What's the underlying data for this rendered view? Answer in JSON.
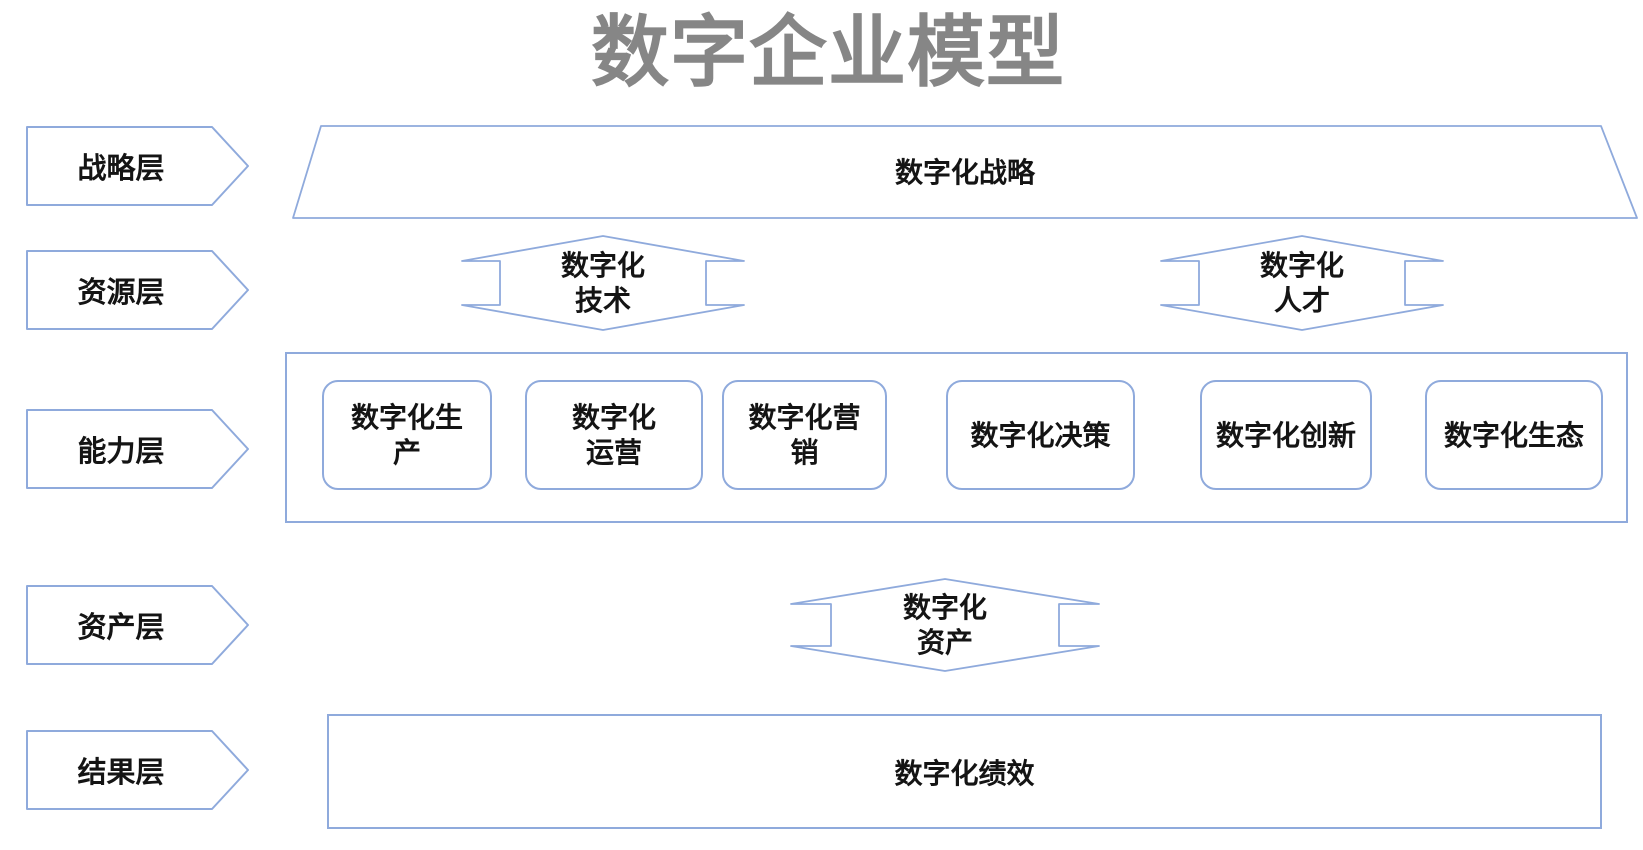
{
  "title": "数字企业模型",
  "colors": {
    "stroke_blue": "#8faadc",
    "title_gray": "#868686",
    "text_black": "#141414"
  },
  "layer_labels": [
    {
      "id": "strategy",
      "label": "战略层"
    },
    {
      "id": "resource",
      "label": "资源层"
    },
    {
      "id": "capability",
      "label": "能力层"
    },
    {
      "id": "asset",
      "label": "资产层"
    },
    {
      "id": "result",
      "label": "结果层"
    }
  ],
  "strategy_shape": {
    "text": "数字化战略"
  },
  "resource_arrows": [
    {
      "id": "technology",
      "text": "数字化\n技术"
    },
    {
      "id": "talent",
      "text": "数字化\n人才"
    }
  ],
  "capability_boxes": [
    {
      "id": "production",
      "text": "数字化生\n产"
    },
    {
      "id": "operation",
      "text": "数字化\n运营"
    },
    {
      "id": "marketing",
      "text": "数字化营\n销"
    },
    {
      "id": "decision",
      "text": "数字化决策"
    },
    {
      "id": "innovation",
      "text": "数字化创新"
    },
    {
      "id": "ecosystem",
      "text": "数字化生态"
    }
  ],
  "asset_arrow": {
    "text": "数字化\n资产"
  },
  "result_shape": {
    "text": "数字化绩效"
  }
}
